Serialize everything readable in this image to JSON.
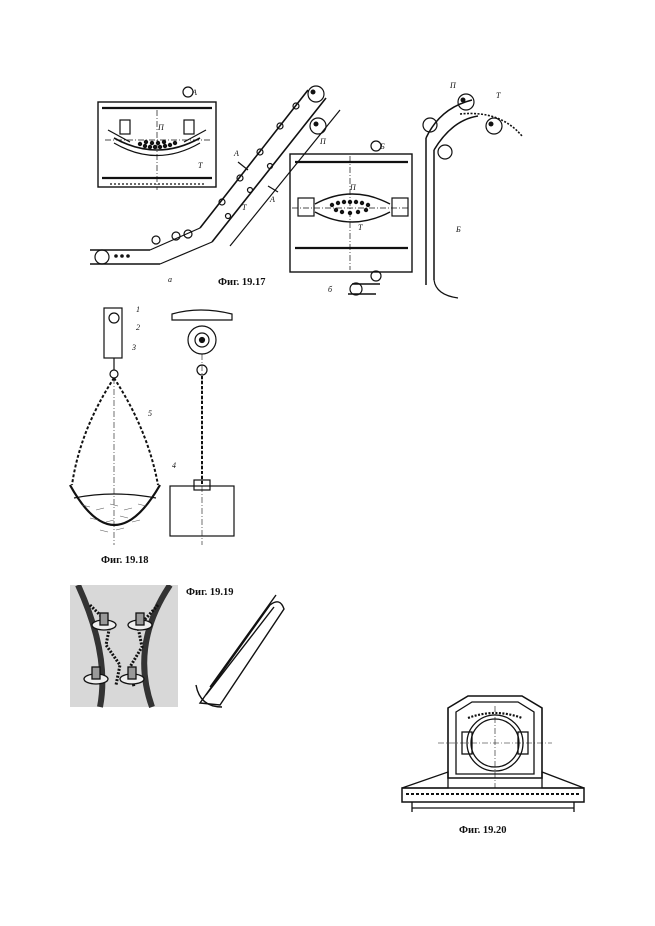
{
  "figures": {
    "f17": {
      "caption": "Фиг. 19.17",
      "labels": {
        "a": "а",
        "b": "б",
        "A": "А",
        "B": "Б",
        "P": "П",
        "T": "Т",
        "section_A": "А",
        "section_B": "Б"
      }
    },
    "f18": {
      "caption": "Фиг. 19.18",
      "callouts": [
        "1",
        "2",
        "3",
        "4",
        "5"
      ]
    },
    "f19": {
      "caption": "Фиг. 19.19"
    },
    "f20": {
      "caption": "Фиг. 19.20"
    }
  }
}
